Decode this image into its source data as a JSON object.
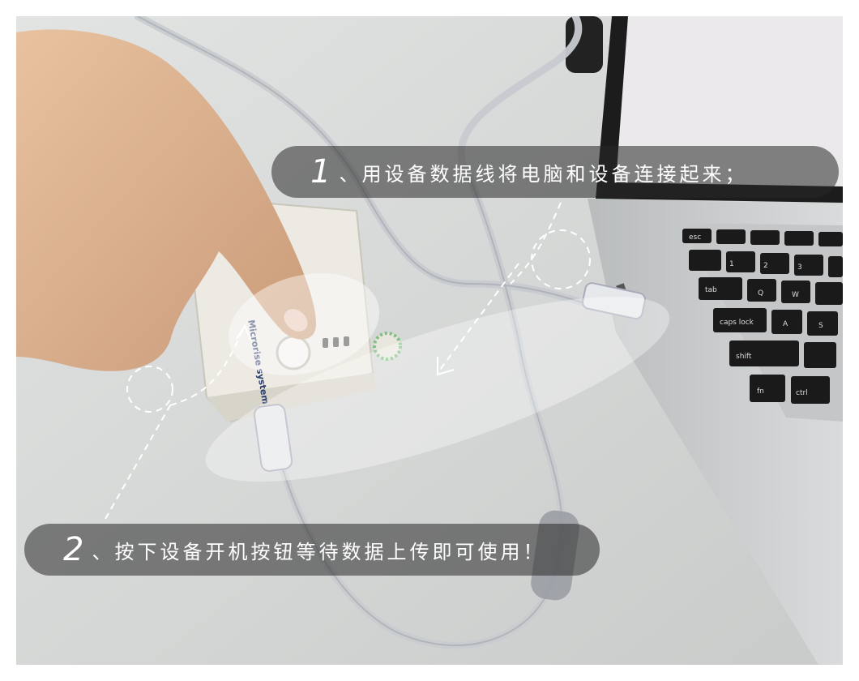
{
  "captions": {
    "step1": {
      "number": "1",
      "separator": "、",
      "text": "用设备数据线将电脑和设备连接起来；"
    },
    "step2": {
      "number": "2",
      "separator": "、",
      "text": "按下设备开机按钮等待数据上传即可使用！"
    }
  },
  "device": {
    "logo_text": "Microrise system"
  },
  "keyboard": {
    "keys": [
      "esc",
      "tab",
      "caps lock",
      "shift",
      "fn",
      "ctrl",
      "Q",
      "W",
      "A",
      "S",
      "1",
      "2",
      "3"
    ]
  },
  "colors": {
    "caption_bg": "#3a3a3a",
    "caption_text": "#ffffff",
    "desk": "#d6d8d7",
    "frame_border": "#ffffff"
  }
}
